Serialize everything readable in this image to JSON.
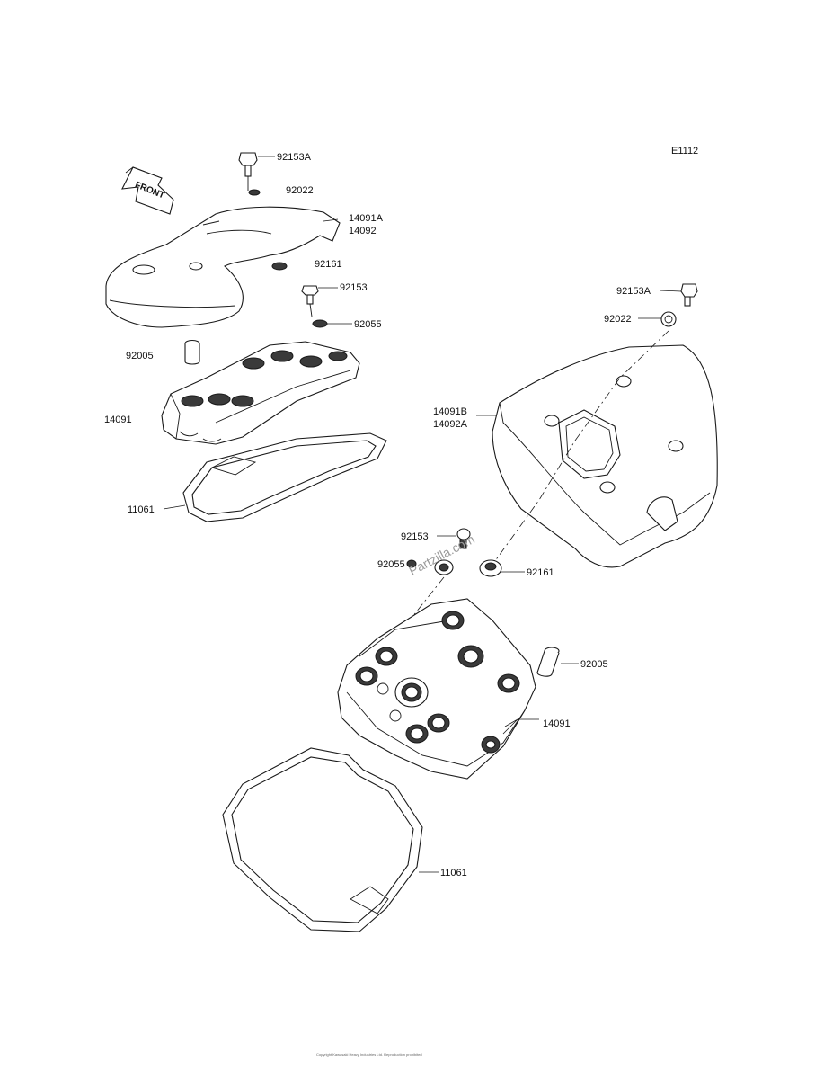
{
  "diagram_code": "E1112",
  "front_arrow_text": "FRONT",
  "watermark": "Partzilla.com",
  "copyright": "Copyright Kawasaki Heavy Industries Ltd. Reproduction prohibited",
  "labels": {
    "p92153A_top": "92153A",
    "p92022_top": "92022",
    "p14091A": "14091A",
    "p14092": "14092",
    "p92161_top": "92161",
    "p92153_top": "92153",
    "p92055_top": "92055",
    "p92005_top": "92005",
    "p14091_top": "14091",
    "p11061_top": "11061",
    "p92153A_right": "92153A",
    "p92022_right": "92022",
    "p14091B": "14091B",
    "p14092A": "14092A",
    "p92153_mid": "92153",
    "p92055_mid": "92055",
    "p92161_mid": "92161",
    "p92005_right": "92005",
    "p14091_bottom": "14091",
    "p11061_bottom": "11061"
  }
}
